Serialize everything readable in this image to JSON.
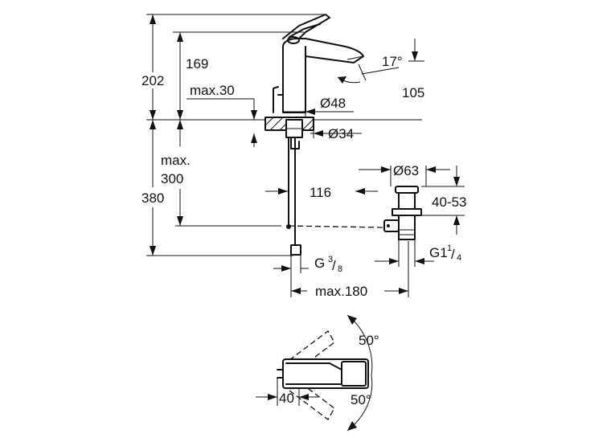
{
  "dimensions": {
    "total_height": "202",
    "spout_height": "169",
    "max_30_label": "max.30",
    "body_diameter": "Ø48",
    "hole_diameter": "Ø34",
    "max_300_line1": "max.",
    "max_300_line2": "300",
    "overall_drain": "380",
    "projection": "116",
    "spout_angle": "17°",
    "reach": "105",
    "waste_diameter": "Ø63",
    "waste_range": "40-53",
    "waste_thread_main": "G1",
    "waste_thread_num": "1",
    "waste_thread_den": "4",
    "supply_thread_main": "G",
    "supply_thread_num": "3",
    "supply_thread_den": "8",
    "max_180": "max.180",
    "lever_offset": "40",
    "lever_angle_top": "50°",
    "lever_angle_bottom": "50°"
  }
}
